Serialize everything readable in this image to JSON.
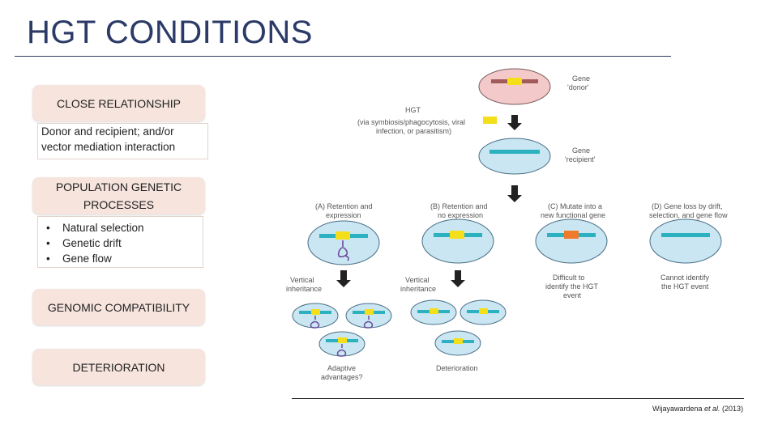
{
  "title": "HGT CONDITIONS",
  "left": {
    "close_relationship": "CLOSE RELATIONSHIP",
    "close_detail": [
      "Donor and recipient; and/or",
      "vector mediation interaction"
    ],
    "population_genetic": [
      "POPULATION GENETIC",
      "PROCESSES"
    ],
    "processes": [
      "Natural selection",
      "Genetic drift",
      "Gene flow"
    ],
    "genomic_compatibility": "GENOMIC COMPATIBILITY",
    "deterioration": "DETERIORATION"
  },
  "diagram": {
    "donor_label": [
      "Gene",
      "'donor'"
    ],
    "hgt_label": "HGT",
    "hgt_detail": [
      "(via symbiosis/phagocytosis, viral",
      "infection, or parasitism)"
    ],
    "recipient_label": [
      "Gene",
      "'recipient'"
    ],
    "outcome_a": [
      "(A) Retention and",
      "expression"
    ],
    "outcome_b": [
      "(B) Retention and",
      "no expression"
    ],
    "outcome_c": [
      "(C) Mutate into a",
      "new functional gene"
    ],
    "outcome_d": [
      "(D) Gene loss by drift,",
      "selection, and gene flow"
    ],
    "vertical_a": [
      "Vertical",
      "inheritance"
    ],
    "vertical_b": [
      "Vertical",
      "inheritance"
    ],
    "difficult": [
      "Difficult to",
      "identify the HGT",
      "event"
    ],
    "cannot": [
      "Cannot identify",
      "the HGT event"
    ],
    "adaptive": [
      "Adaptive",
      "advantages?"
    ],
    "deterioration": "Deterioration",
    "colors": {
      "cell": "#c9e6f2",
      "cell_stroke": "#4a6f86",
      "donor_cell": "#f3c9c9",
      "gene": "#f5df1a",
      "mutated": "#f07a2a",
      "chromosome": "#2bb1bf",
      "donor_chromosome": "#a25a5a",
      "protein": "#6a4a9a"
    }
  },
  "citation": {
    "author": "Wijayawardena ",
    "etal": "et al.",
    "year": " (2013)"
  }
}
